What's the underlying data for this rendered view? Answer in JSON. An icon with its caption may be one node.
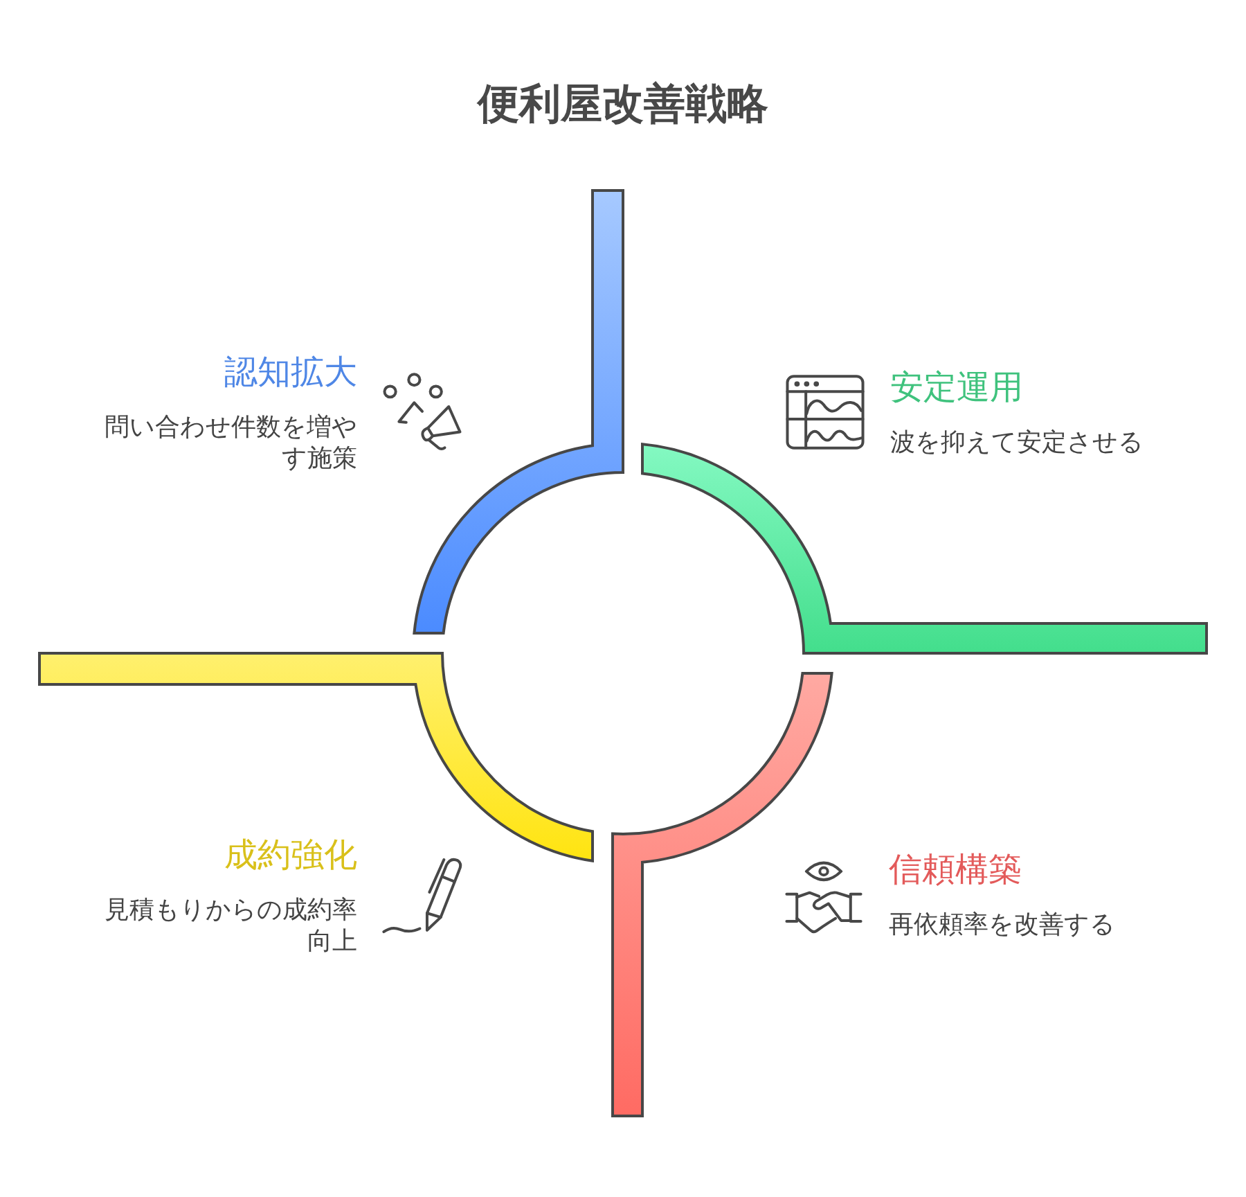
{
  "diagram": {
    "title": "便利屋改善戦略",
    "nodes": [
      {
        "text": [],
        "shape": "arc",
        "beside": [
          "認知拡大",
          "問い合わせ件数を増やす施策"
        ]
      },
      {
        "text": [],
        "shape": "arc",
        "beside": [
          "安定運用",
          "波を抑えて安定させる"
        ]
      },
      {
        "text": [],
        "shape": "arc",
        "beside": [
          "成約強化",
          "見積もりからの成約率向上"
        ]
      },
      {
        "text": [],
        "shape": "arc",
        "beside": [
          "信頼構築",
          "再依頼率を改善する"
        ]
      }
    ]
  }
}
